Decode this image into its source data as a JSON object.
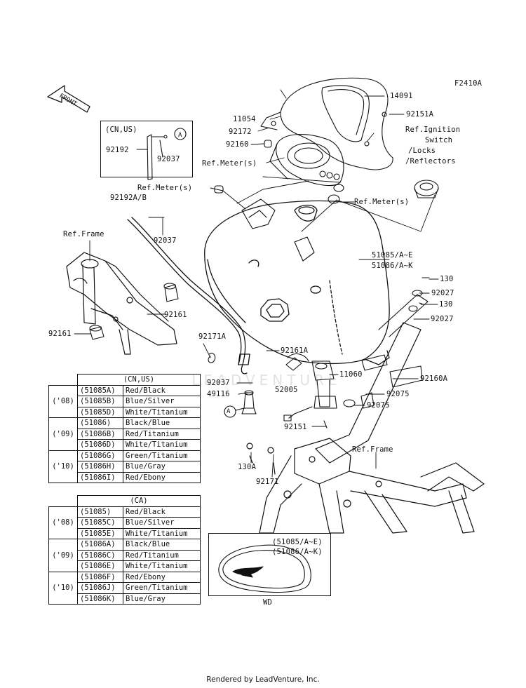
{
  "diagram_code": "F2410A",
  "front_label": "FRONT",
  "watermark": "LEADVENTURE",
  "footer": "Rendered by LeadVenture, Inc.",
  "inset": {
    "region": "(CN,US)",
    "callout": "A",
    "parts": [
      "92192",
      "92037"
    ]
  },
  "callout_a": "A",
  "parts": {
    "p14091": "14091",
    "p11054": "11054",
    "p92151a": "92151A",
    "p92172": "92172",
    "p92160": "92160",
    "ref_meter_1": "Ref.Meter(s)",
    "ref_meter_2": "Ref.Meter(s)",
    "ref_meter_3": "Ref.Meter(s)",
    "ref_ignition": [
      "Ref.Ignition",
      "Switch",
      "/Locks",
      "/Reflectors"
    ],
    "p92192ab": "92192A/B",
    "p92037_a": "92037",
    "p92037_b": "92037",
    "ref_frame_1": "Ref.Frame",
    "ref_frame_2": "Ref.Frame",
    "p51085": "51085/A~E",
    "p51086": "51086/A~K",
    "p130_a": "130",
    "p130_b": "130",
    "p92027_a": "92027",
    "p92027_b": "92027",
    "p92161": "92161",
    "p92161_b": "92161",
    "p92171a": "92171A",
    "p92161a": "92161A",
    "p11060": "11060",
    "p92160a": "92160A",
    "p49116": "49116",
    "p52005": "52005",
    "p92075_a": "92075",
    "p92075_b": "92075",
    "p92151": "92151",
    "p130a": "130A",
    "p92171": "92171"
  },
  "wd_box": {
    "labels": [
      "(51085/A~E)",
      "(51086/A~K)"
    ],
    "caption": "WD"
  },
  "tables": [
    {
      "region": "(CN,US)",
      "groups": [
        {
          "year": "('08)",
          "rows": [
            [
              "(51085A)",
              "Red/Black"
            ],
            [
              "(51085B)",
              "Blue/Silver"
            ],
            [
              "(51085D)",
              "White/Titanium"
            ]
          ]
        },
        {
          "year": "('09)",
          "rows": [
            [
              "(51086)",
              "Black/Blue"
            ],
            [
              "(51086B)",
              "Red/Titanium"
            ],
            [
              "(51086D)",
              "White/Titanium"
            ]
          ]
        },
        {
          "year": "('10)",
          "rows": [
            [
              "(51086G)",
              "Green/Titanium"
            ],
            [
              "(51086H)",
              "Blue/Gray"
            ],
            [
              "(51086I)",
              "Red/Ebony"
            ]
          ]
        }
      ]
    },
    {
      "region": "(CA)",
      "groups": [
        {
          "year": "('08)",
          "rows": [
            [
              "(51085)",
              "Red/Black"
            ],
            [
              "(51085C)",
              "Blue/Silver"
            ],
            [
              "(51085E)",
              "White/Titanium"
            ]
          ]
        },
        {
          "year": "('09)",
          "rows": [
            [
              "(51086A)",
              "Black/Blue"
            ],
            [
              "(51086C)",
              "Red/Titanium"
            ],
            [
              "(51086E)",
              "White/Titanium"
            ]
          ]
        },
        {
          "year": "('10)",
          "rows": [
            [
              "(51086F)",
              "Red/Ebony"
            ],
            [
              "(51086J)",
              "Green/Titanium"
            ],
            [
              "(51086K)",
              "Blue/Gray"
            ]
          ]
        }
      ]
    }
  ]
}
